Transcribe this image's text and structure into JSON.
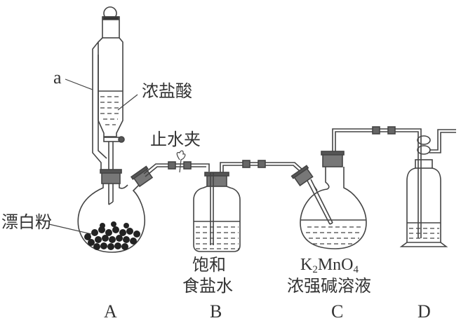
{
  "labels": {
    "a": "a",
    "conc_hcl": "浓盐酸",
    "clamp": "止水夹",
    "bleach_powder": "漂白粉",
    "saturated_line1": "饱和",
    "saturated_line2": "食盐水",
    "formula_k": "K",
    "formula_k_sub": "2",
    "formula_mno": "MnO",
    "formula_o_sub": "4",
    "strong_base_solution": "浓强碱溶液"
  },
  "apparatus": [
    "A",
    "B",
    "C",
    "D"
  ]
}
